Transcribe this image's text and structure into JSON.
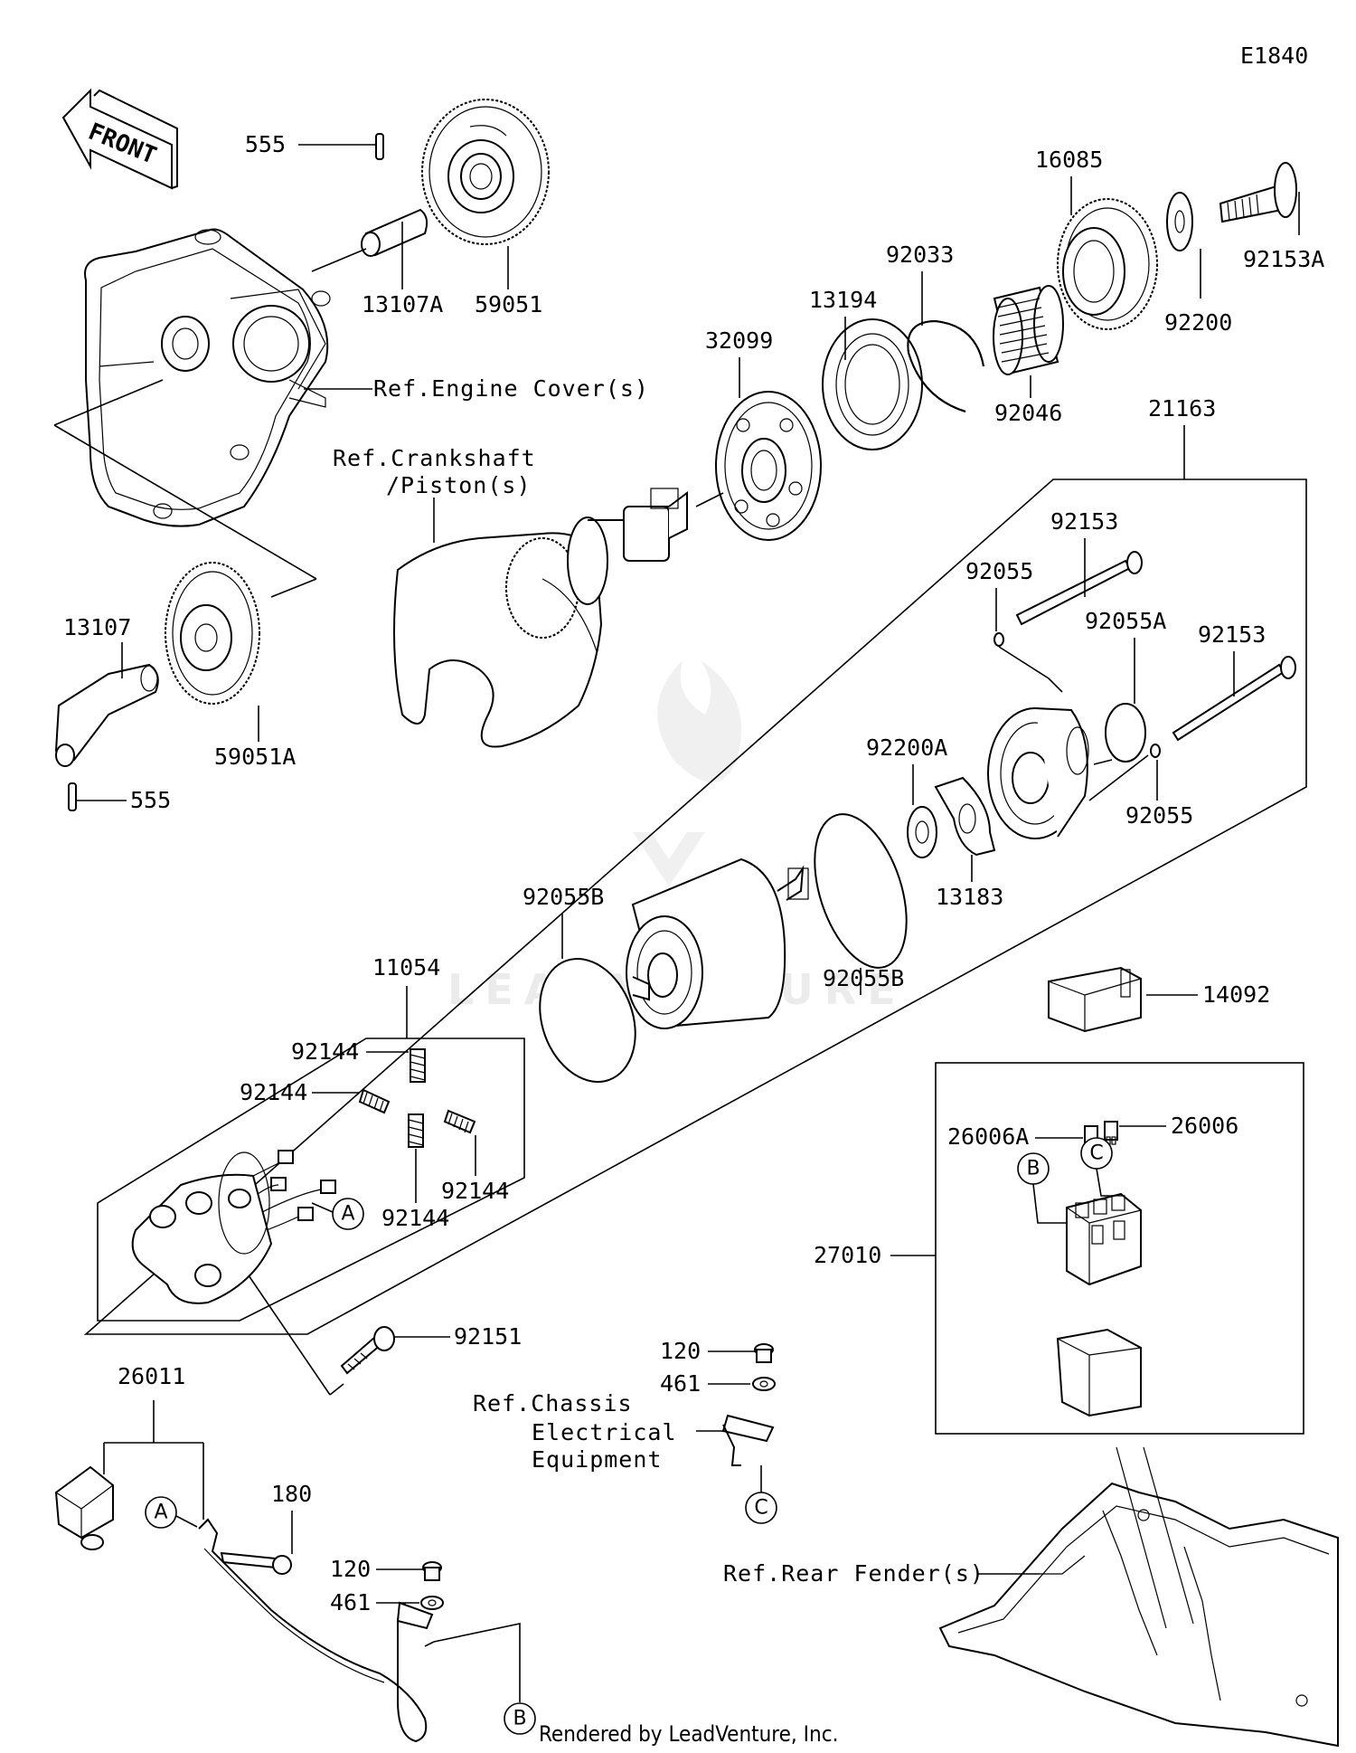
{
  "diagram_id": "E1840",
  "front_label": "FRONT",
  "watermark": "LEADVENTURE",
  "footer": "Rendered by LeadVenture, Inc.",
  "refs": {
    "engine_cover": "Ref.Engine Cover(s)",
    "crankshaft_1": "Ref.Crankshaft",
    "crankshaft_2": "/Piston(s)",
    "chassis_1": "Ref.Chassis",
    "chassis_2": "Electrical",
    "chassis_3": "Equipment",
    "rear_fender": "Ref.Rear Fender(s)"
  },
  "callouts": {
    "a": "A",
    "b": "B",
    "c": "C"
  },
  "parts": {
    "p555_top": "555",
    "p13107A": "13107A",
    "p59051": "59051",
    "p13107": "13107",
    "p59051A": "59051A",
    "p555_bottom": "555",
    "p32099": "32099",
    "p13194": "13194",
    "p92033": "92033",
    "p92046": "92046",
    "p16085": "16085",
    "p92200": "92200",
    "p92153A": "92153A",
    "p21163": "21163",
    "p92153_a": "92153",
    "p92055_a": "92055",
    "p92055A": "92055A",
    "p92153_b": "92153",
    "p92200A": "92200A",
    "p92055_b": "92055",
    "p13183": "13183",
    "p92055B_a": "92055B",
    "p92055B_b": "92055B",
    "p11054": "11054",
    "p92144_a": "92144",
    "p92144_b": "92144",
    "p92144_c": "92144",
    "p92144_d": "92144",
    "p92151": "92151",
    "p14092": "14092",
    "p26006A": "26006A",
    "p26006": "26006",
    "p27010": "27010",
    "p26011": "26011",
    "p180": "180",
    "p120_a": "120",
    "p461_a": "461",
    "p120_b": "120",
    "p461_b": "461"
  }
}
